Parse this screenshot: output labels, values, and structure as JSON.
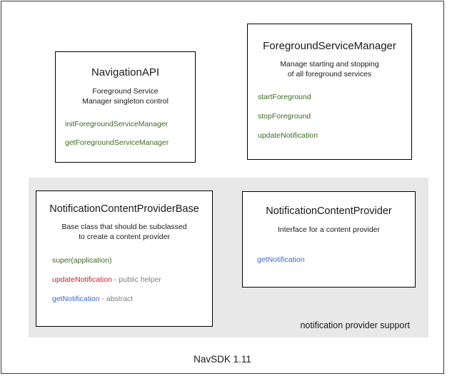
{
  "diagram": {
    "footer_caption": "NavSDK 1.11",
    "group": {
      "label": "notification provider support",
      "background": "#e8e8e8"
    },
    "colors": {
      "method_green": "#3e6b23",
      "method_blue": "#3a6bc4",
      "method_red": "#cc2229",
      "note_gray": "#808080",
      "text": "#1a1a1a",
      "box_border": "#000000",
      "frame_border": "#3a3a3a"
    },
    "boxes": [
      {
        "id": "navigation-api",
        "title": "NavigationAPI",
        "description_lines": [
          "Foreground Service",
          "Manager singleton control"
        ],
        "members": [
          {
            "name": "initForegroundServiceManager",
            "color": "green",
            "note": ""
          },
          {
            "name": "getForegroundServiceManager",
            "color": "green",
            "note": ""
          }
        ]
      },
      {
        "id": "foreground-service-manager",
        "title": "ForegroundServiceManager",
        "description_lines": [
          "Manage starting and stopping",
          "of all foreground services"
        ],
        "members": [
          {
            "name": "startForeground",
            "color": "green",
            "note": ""
          },
          {
            "name": "stopForeground",
            "color": "green",
            "note": ""
          },
          {
            "name": "updateNotification",
            "color": "green",
            "note": ""
          }
        ]
      },
      {
        "id": "notification-content-provider-base",
        "title": "NotificationContentProviderBase",
        "description_lines": [
          "Base class that should be subclassed",
          "to create a content provider"
        ],
        "members": [
          {
            "name": "super(application)",
            "color": "green",
            "note": ""
          },
          {
            "name": "updateNotification",
            "color": "red",
            "note": " - public helper"
          },
          {
            "name": "getNotification",
            "color": "blue",
            "note": " - abstract"
          }
        ]
      },
      {
        "id": "notification-content-provider",
        "title": "NotificationContentProvider",
        "description_lines": [
          "Interface for a content provider"
        ],
        "members": [
          {
            "name": "getNotification",
            "color": "blue",
            "note": ""
          }
        ]
      }
    ]
  }
}
